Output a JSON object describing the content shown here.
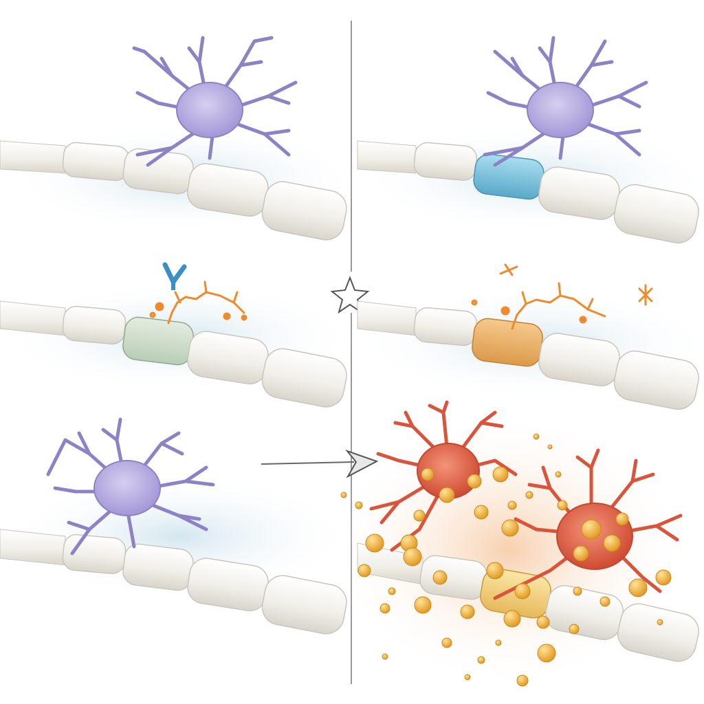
{
  "figure": {
    "panels": [
      {
        "id": "top-left",
        "stage": "microglia-contact",
        "cell_color": "#b9aee0",
        "segment_color": null
      },
      {
        "id": "top-right",
        "stage": "myelin-segment-marked",
        "cell_color": "#b9aee0",
        "segment_color": "#7fc4dc"
      },
      {
        "id": "middle-left",
        "stage": "antibody-binding",
        "cell_color": null,
        "segment_color": "#cfddcc"
      },
      {
        "id": "middle-right",
        "stage": "complement-activation",
        "cell_color": null,
        "segment_color": "#eab06a"
      },
      {
        "id": "bottom-left",
        "stage": "microglia-resting",
        "cell_color": "#b9aee0",
        "segment_color": null
      },
      {
        "id": "bottom-right",
        "stage": "inflammatory-activation",
        "cell_color": "#e06a4a",
        "segment_color": "#f1d37c"
      }
    ],
    "colors": {
      "axon_sheath": "#f1efe9",
      "sheath_outline": "#c9c6bd",
      "glow": "#dbe9f0",
      "microglia": "#b9aee0",
      "activated": "#e06a4a",
      "droplet": "#f2b640",
      "antibody": "#5aa9d6",
      "complement": "#f08a2a",
      "divider": "#777777"
    },
    "icons": [
      "star-icon",
      "arrow-right-icon"
    ]
  }
}
